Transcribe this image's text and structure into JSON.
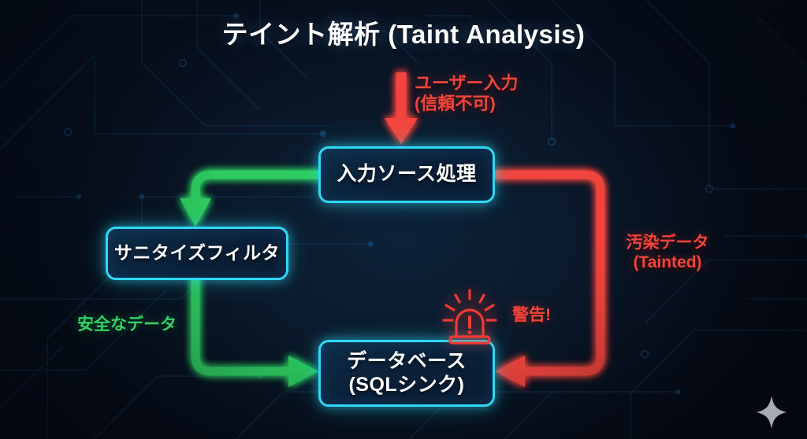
{
  "title": "テイント解析 (Taint Analysis)",
  "colors": {
    "node_border": "#2fd8f5",
    "node_fill": "#0b2038",
    "tainted_red": "#f2443c",
    "safe_green": "#35d16a",
    "background": "#060d1a",
    "title_text": "#ffffff"
  },
  "nodes": [
    {
      "id": "source",
      "label": "入力ソース処理"
    },
    {
      "id": "sanitize",
      "label": "サニタイズフィルタ"
    },
    {
      "id": "sink",
      "label": "データベース\n(SQLシンク)"
    }
  ],
  "edges": [
    {
      "id": "user-input",
      "label": "ユーザー入力\n(信頼不可)",
      "color": "#f2443c",
      "from": "external",
      "to": "source"
    },
    {
      "id": "tainted",
      "label": "汚染データ\n(Tainted)",
      "color": "#f2443c",
      "from": "source",
      "to": "sink"
    },
    {
      "id": "sanitize-in",
      "label": "",
      "color": "#35d16a",
      "from": "source",
      "to": "sanitize"
    },
    {
      "id": "safe-data",
      "label": "安全なデータ",
      "color": "#35d16a",
      "from": "sanitize",
      "to": "sink"
    }
  ],
  "annotations": {
    "warning_label": "警告!",
    "warning_color": "#f2443c",
    "siren_icon": "siren-alert-icon",
    "sparkle_icon": "sparkle-icon"
  }
}
